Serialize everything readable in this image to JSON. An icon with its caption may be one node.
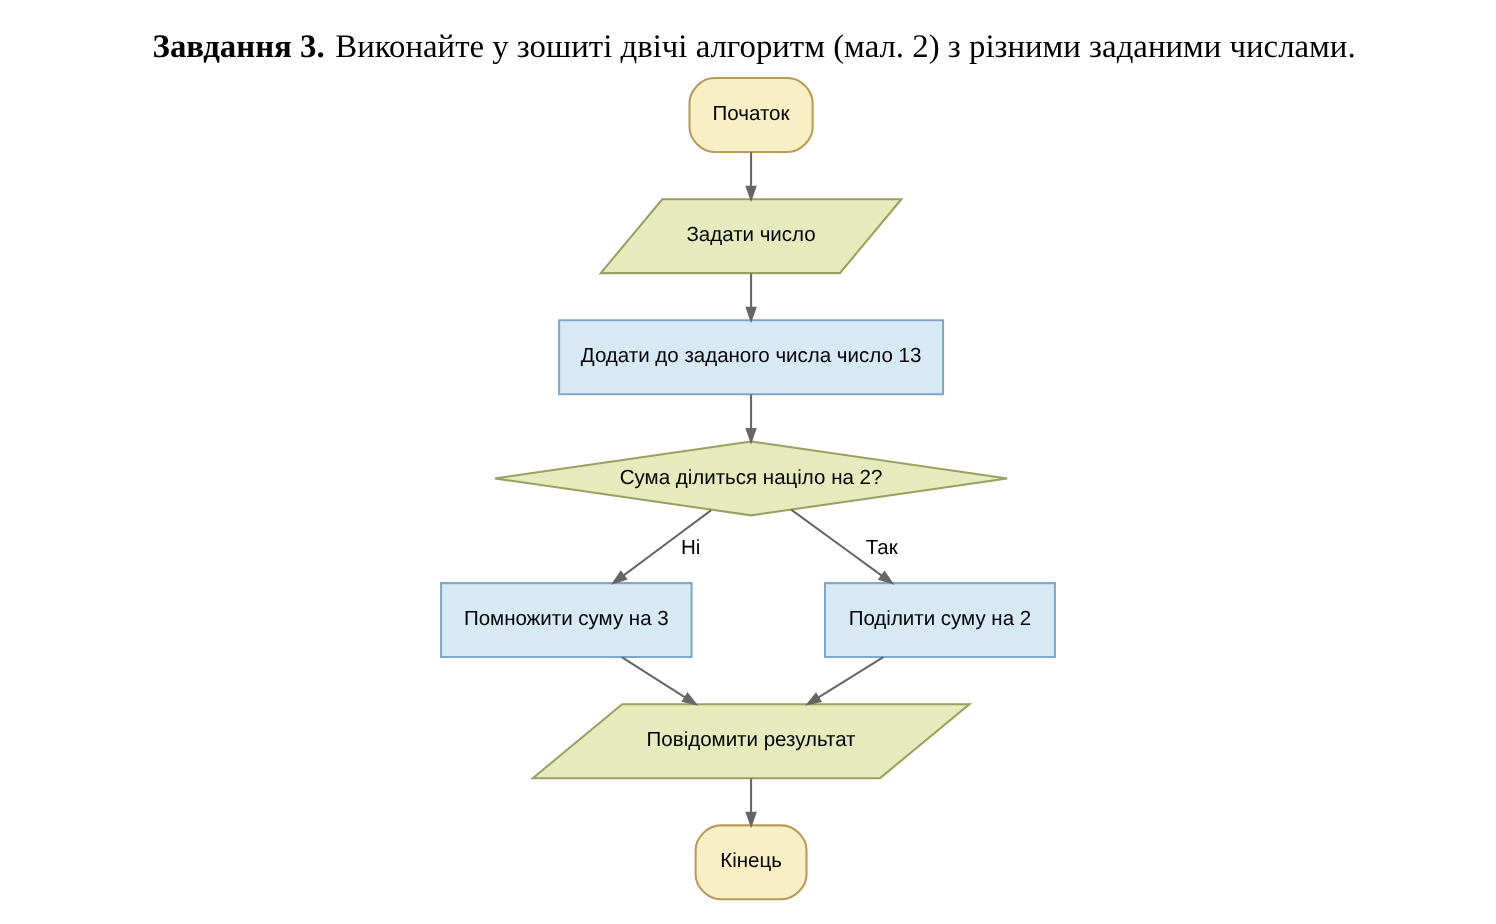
{
  "diagram": {
    "title": "**Завдання 3.** Виконайте у зошиті двічі алгоритм (мал. 2) з різними заданими числами.",
    "nodes": [
      {
        "text": [
          "Початок"
        ]
      },
      {
        "text": [
          "Задати число"
        ]
      },
      {
        "text": [
          "Додати до заданого числа число 13"
        ]
      },
      {
        "text": [
          "Сума ділиться націло на 2?"
        ]
      },
      {
        "text": [
          "Помножити суму на 3"
        ]
      },
      {
        "text": [
          "Поділити суму на 2"
        ]
      },
      {
        "text": [
          "Повідомити результат"
        ]
      },
      {
        "text": [
          "Кінець"
        ]
      }
    ],
    "edges": [
      {
        "from": 0,
        "to": 1,
        "arrow": "to"
      },
      {
        "from": 1,
        "to": 2,
        "arrow": "to"
      },
      {
        "from": 2,
        "to": 3,
        "arrow": "to"
      },
      {
        "from": 3,
        "to": 4,
        "arrow": "to",
        "label": "Ні"
      },
      {
        "from": 3,
        "to": 5,
        "arrow": "to",
        "label": "Так"
      },
      {
        "from": 4,
        "to": 6,
        "arrow": "to"
      },
      {
        "from": 5,
        "to": 6,
        "arrow": "to"
      },
      {
        "from": 6,
        "to": 7,
        "arrow": "to"
      }
    ]
  }
}
